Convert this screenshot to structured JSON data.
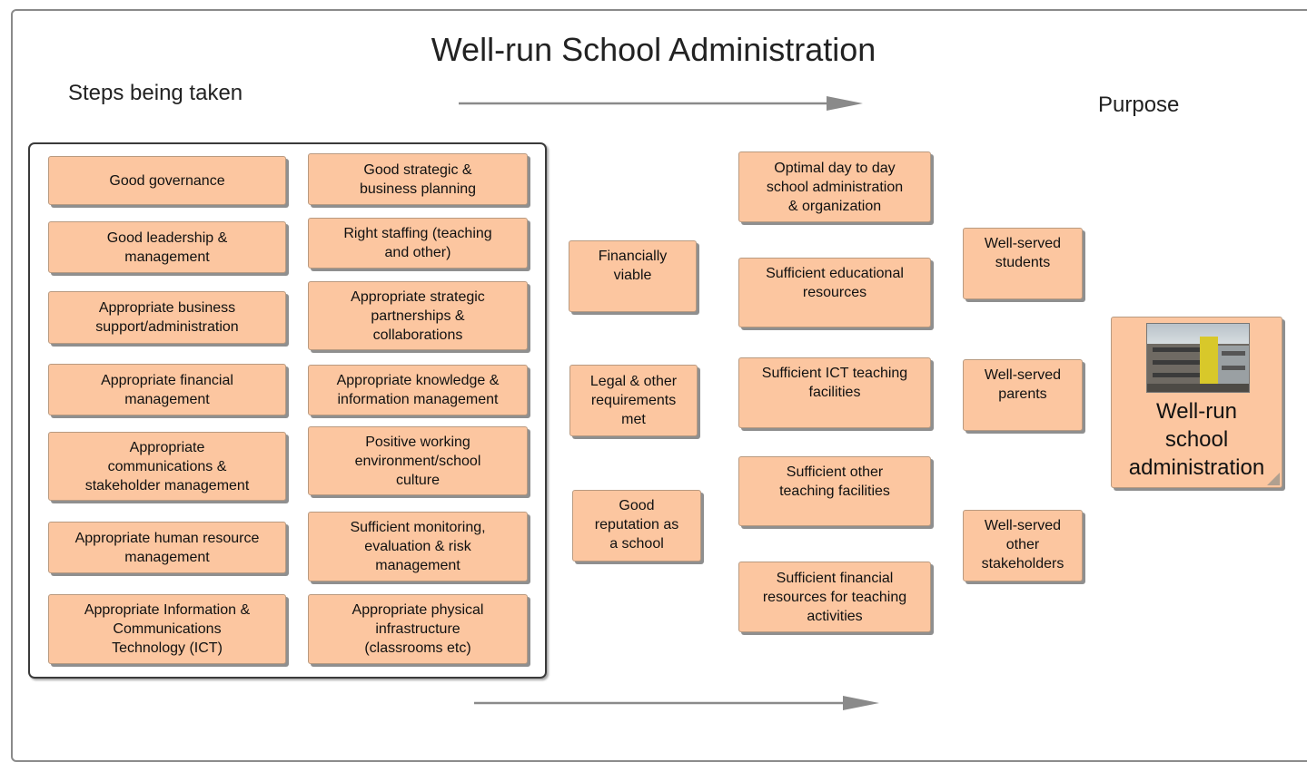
{
  "title": "Well-run School Administration",
  "labels": {
    "steps": "Steps being taken",
    "purpose": "Purpose"
  },
  "steps": [
    "Good governance",
    "Good strategic &\nbusiness planning",
    "Good leadership &\nmanagement",
    "Right staffing (teaching\nand other)",
    "Appropriate business\nsupport/administration",
    "Appropriate strategic\npartnerships &\ncollaborations",
    "Appropriate financial\nmanagement",
    "Appropriate knowledge &\ninformation management",
    "Appropriate\ncommunications &\nstakeholder management",
    "Positive working\nenvironment/school\nculture",
    "Appropriate human resource\nmanagement",
    "Sufficient monitoring,\nevaluation & risk\nmanagement",
    "Appropriate Information &\nCommunications\nTechnology (ICT)",
    "Appropriate physical\ninfrastructure\n(classrooms etc)"
  ],
  "intermediate": [
    "Financially\nviable",
    "Legal & other\nrequirements\nmet",
    "Good\nreputation as\na school"
  ],
  "outcomes": [
    "Optimal day to day\nschool administration\n& organization",
    "Sufficient educational\nresources",
    "Sufficient ICT teaching\nfacilities",
    "Sufficient other\nteaching facilities",
    "Sufficient financial\nresources for teaching\nactivities"
  ],
  "beneficiaries": [
    "Well-served\nstudents",
    "Well-served\nparents",
    "Well-served\nother\nstakeholders"
  ],
  "purpose": {
    "label": "Well-run\nschool\nadministration"
  }
}
